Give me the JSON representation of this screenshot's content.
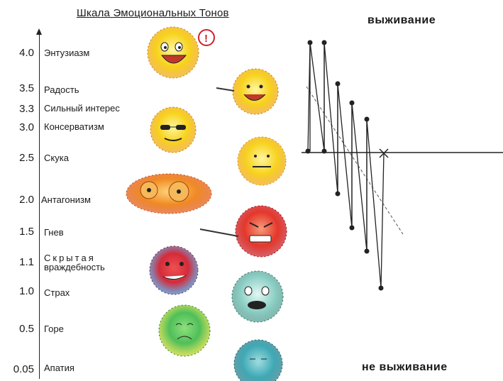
{
  "title": "Шкала Эмоциональных Тонов",
  "top_label": "выживание",
  "bottom_label": "не выживание",
  "tones": [
    {
      "value": "4.0",
      "name": "Энтузиазм"
    },
    {
      "value": "3.5",
      "name": "Радость"
    },
    {
      "value": "3.3",
      "name": "Сильный интерес"
    },
    {
      "value": "3.0",
      "name": "Консерватизм"
    },
    {
      "value": "2.5",
      "name": "Скука"
    },
    {
      "value": "2.0",
      "name": "Антагонизм"
    },
    {
      "value": "1.5",
      "name": "Гнев"
    },
    {
      "value": "1.1",
      "name": "Скрытая",
      "name2": "враждебность"
    },
    {
      "value": "1.0",
      "name": "Страх"
    },
    {
      "value": "0.5",
      "name": "Горе"
    },
    {
      "value": "0.05",
      "name": "Апатия"
    }
  ],
  "colors": {
    "yellow": "#f7d21c",
    "orange": "#f08a24",
    "red": "#e4372b",
    "blue": "#4f8fd0",
    "teal": "#6cc4c0",
    "green": "#4fbf5a",
    "cyan": "#3fa9b5"
  }
}
